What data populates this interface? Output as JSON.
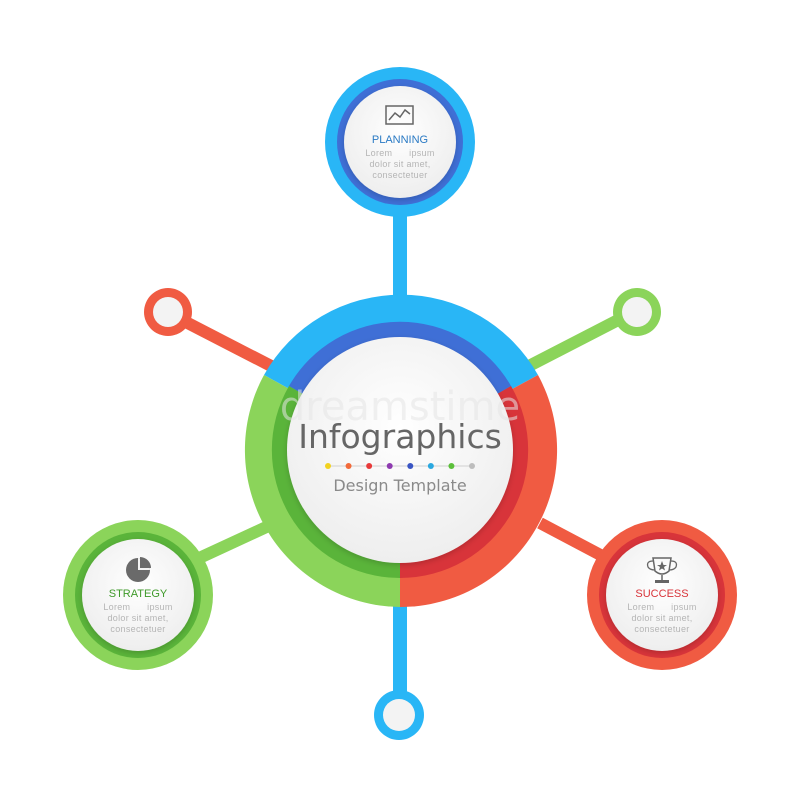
{
  "center": {
    "title": "Infographics",
    "subtitle": "Design Template",
    "dot_colors": [
      "#f2d21f",
      "#f26a3a",
      "#e83a3a",
      "#8e3bb0",
      "#3a55c4",
      "#2aa8e0",
      "#5bbf3a",
      "#bdbdbd"
    ]
  },
  "nodes": [
    {
      "id": "planning",
      "title": "PLANNING",
      "lines": [
        "Lorem      ipsum",
        "dolor sit amet,",
        "consectetuer"
      ],
      "icon": "line-chart-icon",
      "color": "#2aa8e0"
    },
    {
      "id": "strategy",
      "title": "STRATEGY",
      "lines": [
        "Lorem      ipsum",
        "dolor sit amet,",
        "consectetuer"
      ],
      "icon": "pie-chart-icon",
      "color": "#5bbf3a"
    },
    {
      "id": "success",
      "title": "SUCCESS",
      "lines": [
        "Lorem      ipsum",
        "dolor sit amet,",
        "consectetuer"
      ],
      "icon": "trophy-icon",
      "color": "#e8503a"
    }
  ],
  "colors": {
    "blue": "#29b6f6",
    "blue_dark": "#3f6fd6",
    "green": "#8bd45a",
    "green_dark": "#5ab43a",
    "red": "#f05b42",
    "red_dark": "#d8343a"
  }
}
